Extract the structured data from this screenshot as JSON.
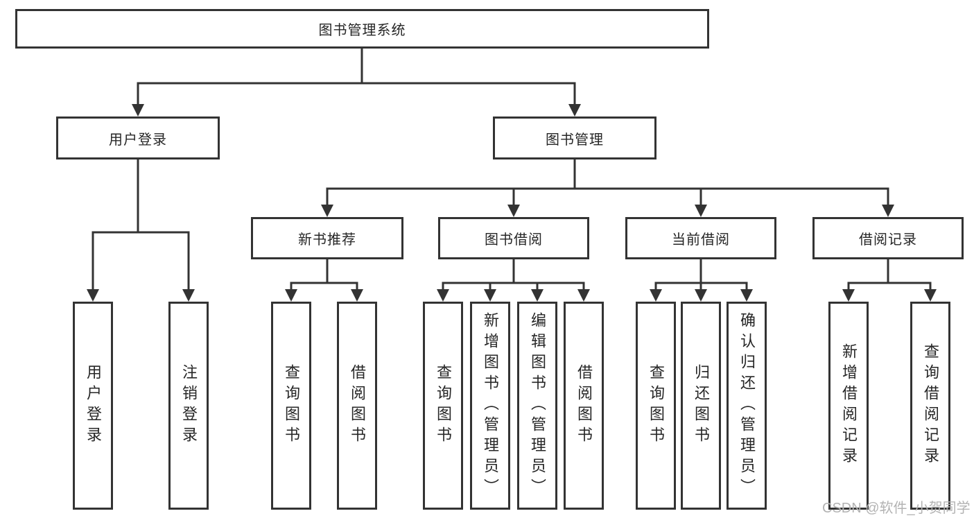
{
  "diagram": {
    "tree": {
      "root": "图书管理系统",
      "children": [
        {
          "label": "用户登录",
          "leaves": [
            "用户登录",
            "注销登录"
          ]
        },
        {
          "label": "图书管理",
          "children": [
            {
              "label": "新书推荐",
              "leaves": [
                "查询图书",
                "借阅图书"
              ]
            },
            {
              "label": "图书借阅",
              "leaves": [
                "查询图书",
                "新增图书（管理员）",
                "编辑图书（管理员）",
                "借阅图书"
              ]
            },
            {
              "label": "当前借阅",
              "leaves": [
                "查询图书",
                "归还图书",
                "确认归还（管理员）"
              ]
            },
            {
              "label": "借阅记录",
              "leaves": [
                "新增借阅记录",
                "查询借阅记录"
              ]
            }
          ]
        }
      ]
    },
    "watermark": "CSDN @软件_小贺同学",
    "colors": {
      "line": "#333333",
      "text": "#262626",
      "background": "#ffffff",
      "watermark": "#b3b3b3"
    }
  }
}
